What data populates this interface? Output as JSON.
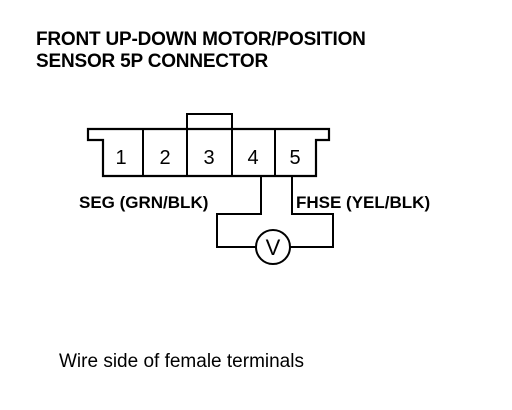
{
  "title": {
    "line1": "FRONT UP-DOWN MOTOR/POSITION",
    "line2": "SENSOR 5P CONNECTOR"
  },
  "connector": {
    "pins": [
      "1",
      "2",
      "3",
      "4",
      "5"
    ]
  },
  "labels": {
    "left_wire": "SEG (GRN/BLK)",
    "right_wire": "FHSE (YEL/BLK)",
    "meter_symbol": "V"
  },
  "caption": "Wire side of female terminals"
}
